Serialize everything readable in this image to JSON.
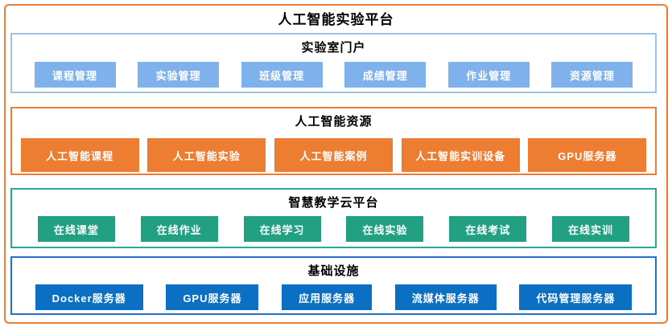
{
  "title": "人工智能实验平台",
  "frame_color": "#ED7D31",
  "box_text_color": "#FFFFFF",
  "header_text_color": "#000000",
  "sections": [
    {
      "title": "实验室门户",
      "border_color": "#9DC3E6",
      "box_color": "#7FB2EC",
      "items": [
        "课程管理",
        "实验管理",
        "班级管理",
        "成绩管理",
        "作业管理",
        "资源管理"
      ]
    },
    {
      "title": "人工智能资源",
      "border_color": "#ED7D31",
      "box_color": "#ED7D31",
      "items": [
        "人工智能课程",
        "人工智能实验",
        "人工智能案例",
        "人工智能实训设备",
        "GPU服务器"
      ]
    },
    {
      "title": "智慧教学云平台",
      "border_color": "#2CA992",
      "box_color": "#21A182",
      "items": [
        "在线课堂",
        "在线作业",
        "在线学习",
        "在线实验",
        "在线考试",
        "在线实训"
      ]
    },
    {
      "title": "基础设施",
      "border_color": "#2171C6",
      "box_color": "#0B70C4",
      "items": [
        "Docker服务器",
        "GPU服务器",
        "应用服务器",
        "流媒体服务器",
        "代码管理服务器"
      ]
    }
  ]
}
